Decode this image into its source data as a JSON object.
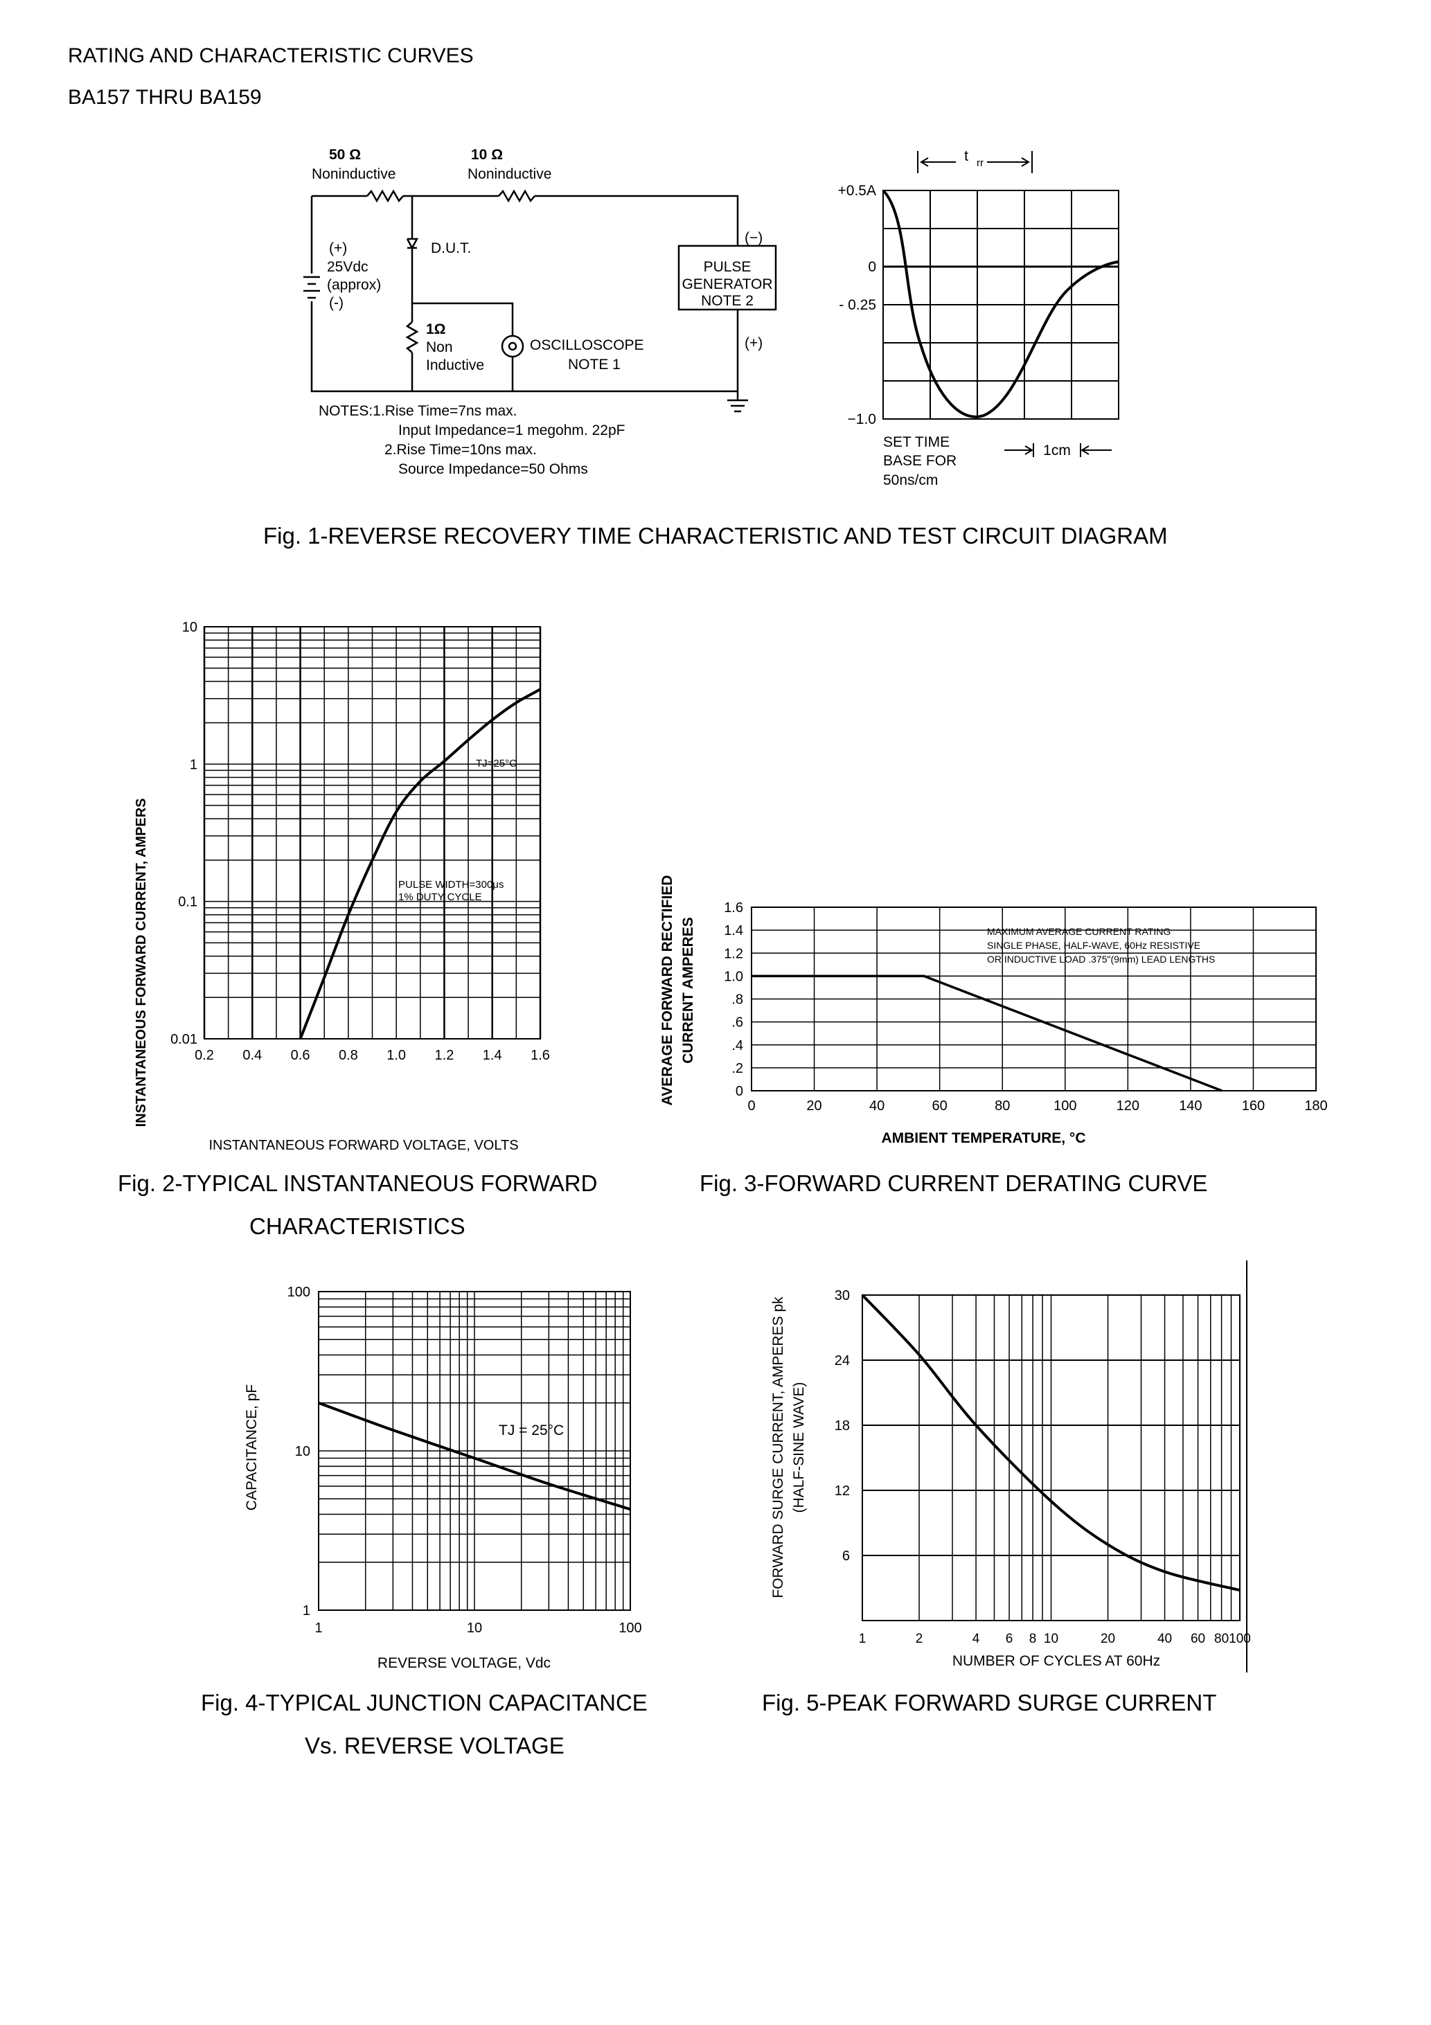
{
  "header": {
    "line1": "RATING AND CHARACTERISTIC CURVES",
    "line2": "BA157 THRU BA159"
  },
  "fig1": {
    "caption": "Fig. 1-REVERSE RECOVERY TIME CHARACTERISTIC AND TEST CIRCUIT DIAGRAM",
    "circuit": {
      "r1_value": "50 Ω",
      "r1_type": "Noninductive",
      "r2_value": "10 Ω",
      "r2_type": "Noninductive",
      "supply_pos": "(+)",
      "supply_value": "25Vdc",
      "supply_note": "(approx)",
      "supply_neg": "(-)",
      "dut_label": "D.U.T.",
      "r3_value": "1Ω",
      "r3_type_1": "Non",
      "r3_type_2": "Inductive",
      "scope_label": "OSCILLOSCOPE",
      "scope_note": "NOTE 1",
      "gen_neg": "(−)",
      "gen_pos": "(+)",
      "gen_label_1": "PULSE",
      "gen_label_2": "GENERATOR",
      "gen_label_3": "NOTE 2",
      "notes_1": "NOTES:1.Rise  Time=7ns  max.",
      "notes_2": "Input  Impedance=1  megohm.  22pF",
      "notes_3": "2.Rise  Time=10ns  max.",
      "notes_4": "Source  Impedance=50  Ohms"
    },
    "waveform": {
      "trr_label": "t",
      "trr_sub": "rr",
      "y_ticks": [
        "+0.5A",
        "0",
        "- 0.25",
        "−1.0"
      ],
      "set_time_1": "SET  TIME",
      "set_time_2": "BASE  FOR",
      "set_time_3": "50ns/cm",
      "cm_label": "1cm"
    }
  },
  "chart_data": [
    {
      "id": "fig2",
      "type": "line",
      "caption_1": "Fig. 2-TYPICAL INSTANTANEOUS FORWARD",
      "caption_2": "CHARACTERISTICS",
      "xlabel": "INSTANTANEOUS FORWARD VOLTAGE, VOLTS",
      "ylabel": "INSTANTANEOUS FORWARD CURRENT, AMPERS",
      "x_scale": "linear",
      "y_scale": "log",
      "xlim": [
        0.2,
        1.6
      ],
      "ylim": [
        0.01,
        10
      ],
      "x_ticks": [
        "0.2",
        "0.4",
        "0.6",
        "0.8",
        "1.0",
        "1.2",
        "1.4",
        "1.6"
      ],
      "y_ticks": [
        "10",
        "1",
        "0.1",
        "0.01"
      ],
      "grid": true,
      "annotations": [
        "TJ=25°C",
        "PULSE WIDTH=300μs",
        "1% DUTY CYCLE"
      ],
      "series": [
        {
          "x": [
            0.6,
            0.7,
            0.8,
            0.9,
            1.0,
            1.1,
            1.2,
            1.3,
            1.4,
            1.5,
            1.6
          ],
          "values": [
            0.01,
            0.028,
            0.08,
            0.2,
            0.45,
            0.75,
            1.05,
            1.5,
            2.1,
            2.8,
            3.5
          ]
        }
      ]
    },
    {
      "id": "fig3",
      "type": "line",
      "caption": "Fig. 3-FORWARD CURRENT DERATING CURVE",
      "xlabel": "AMBIENT  TEMPERATURE, °C",
      "ylabel_1": "AVERAGE  FORWARD  RECTIFIED",
      "ylabel_2": "CURRENT  AMPERES",
      "xlim": [
        0,
        180
      ],
      "ylim": [
        0,
        1.6
      ],
      "x_ticks": [
        "0",
        "20",
        "40",
        "60",
        "80",
        "100",
        "120",
        "140",
        "160",
        "180"
      ],
      "y_ticks": [
        "1.6",
        "1.4",
        "1.2",
        "1.0",
        ".8",
        ".6",
        ".4",
        ".2",
        "0"
      ],
      "grid": true,
      "annotations": [
        "MAXIMUM  AVERAGE  CURRENT  RATING",
        "SINGLE  PHASE,  HALF-WAVE,  60Hz  RESISTIVE",
        "OR  INDUCTIVE  LOAD  .375\"(9mm)  LEAD LENGTHS"
      ],
      "series": [
        {
          "x": [
            0,
            55,
            150
          ],
          "values": [
            1.0,
            1.0,
            0.0
          ]
        }
      ]
    },
    {
      "id": "fig4",
      "type": "line",
      "caption_1": "Fig. 4-TYPICAL JUNCTION CAPACITANCE",
      "caption_2": "Vs. REVERSE VOLTAGE",
      "xlabel": "REVERSE  VOLTAGE,  Vdc",
      "ylabel": "CAPACITANCE,  pF",
      "x_scale": "log",
      "y_scale": "log",
      "xlim": [
        1,
        100
      ],
      "ylim": [
        1,
        100
      ],
      "x_ticks": [
        "1",
        "10",
        "100"
      ],
      "y_ticks": [
        "100",
        "10",
        "1"
      ],
      "grid": true,
      "annotations": [
        "TJ = 25°C"
      ],
      "series": [
        {
          "x": [
            1,
            3,
            10,
            30,
            100
          ],
          "values": [
            20,
            13.5,
            9,
            6.2,
            4.3
          ]
        }
      ]
    },
    {
      "id": "fig5",
      "type": "line",
      "caption": "Fig. 5-PEAK FORWARD SURGE CURRENT",
      "xlabel": "NUMBER  OF  CYCLES  AT  60Hz",
      "ylabel_1": "FORWARD  SURGE  CURRENT,  AMPERES  pk",
      "ylabel_2": "(HALF-SINE  WAVE)",
      "x_scale": "log",
      "xlim": [
        1,
        100
      ],
      "ylim": [
        0,
        30
      ],
      "x_ticks": [
        "1",
        "2",
        "4",
        "6",
        "8",
        "10",
        "20",
        "40",
        "60",
        "80",
        "100"
      ],
      "y_ticks": [
        "30",
        "24",
        "18",
        "12",
        "6"
      ],
      "grid": true,
      "series": [
        {
          "x": [
            1,
            2,
            4,
            10,
            20,
            40,
            100
          ],
          "values": [
            30,
            24.5,
            18,
            11,
            7,
            4.5,
            2.8
          ]
        }
      ]
    }
  ]
}
